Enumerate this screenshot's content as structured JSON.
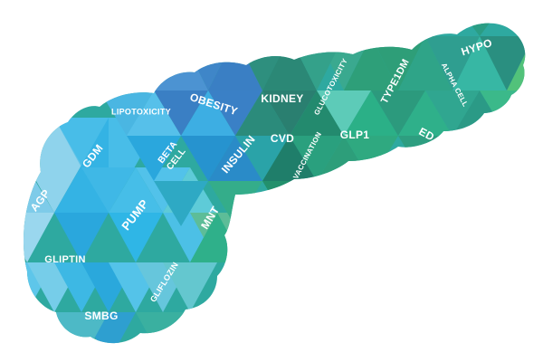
{
  "graphic": {
    "subject": "pancreas-shaped triangular mosaic",
    "palette": {
      "light_blue": "#8fd3ec",
      "sky_blue": "#3fb8e6",
      "mid_blue": "#2aa7dd",
      "deep_blue": "#3a7fc4",
      "teal": "#2ea9a0",
      "green_teal": "#2fb08a",
      "green": "#2e9e78",
      "dark_green": "#1f7e6a",
      "mint": "#6fd0b8"
    },
    "labels": {
      "hypo": "HYPO",
      "alpha_cell": "ALPHA CELL",
      "type1dm": "TYPE1DM",
      "glucotoxicity": "GLUCOTOXICITY",
      "kidney": "KIDNEY",
      "obesity": "OBESITY",
      "lipotoxicity": "LIPOTOXICITY",
      "ed": "ED",
      "glp1": "GLP1",
      "vaccination": "VACCINATION",
      "cvd": "CVD",
      "insulin": "INSULIN",
      "beta_cell": "BETA CELL",
      "gdm": "GDM",
      "agp": "AGP",
      "pump": "PUMP",
      "mnt": "MNT",
      "gliptin": "GLIPTIN",
      "gliflozin": "GLIFLOZIN",
      "smbg": "SMBG"
    }
  }
}
